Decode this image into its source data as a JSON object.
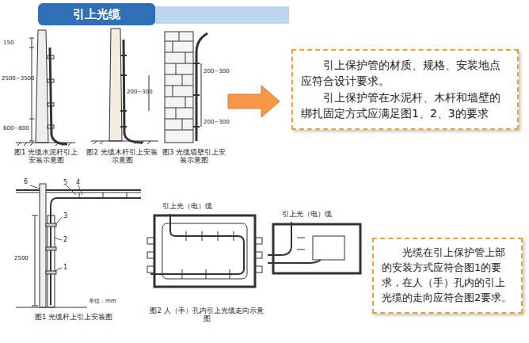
{
  "diagram": {
    "title": "引上光缆",
    "nodes": [
      {
        "text": [
          "引上保护管的材质、规格、安装地点应符合设计要求。",
          "引上保护管在水泥杆、木杆和墙壁的绑扎固定方式应满足图1、2、3的要求"
        ]
      },
      {
        "text": [
          "光缆在引上保护管上部的安装方式应符合图1的要求，在人（手）孔内的引上光缆的走向应符合图2要求。"
        ]
      }
    ],
    "labels": [
      "150",
      "2500~3500",
      "600~800",
      "图1 光缆水泥杆引上安装示意图",
      "200~300",
      "图2 光缆木杆引上安装示意图",
      "200~300",
      "200~300",
      "图3 光缆墙壁引上安装示意图",
      "6",
      "5",
      "4",
      "3",
      "2",
      "1",
      "2500",
      "单位：mm",
      "图1 光缆杆上引上安装图",
      "引上光（电）缆",
      "图2 人（手）孔内引上光缆走向示意图",
      "引上光（电）缆"
    ]
  }
}
